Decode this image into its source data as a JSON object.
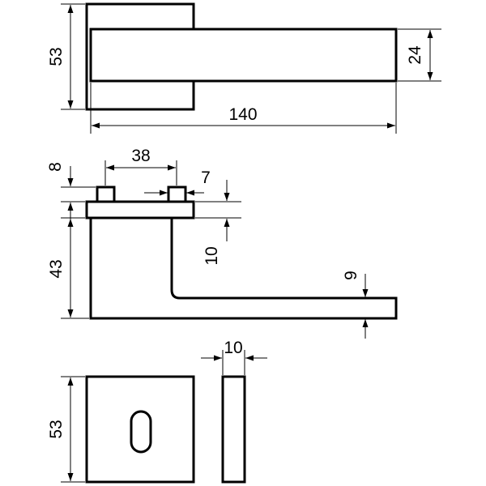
{
  "drawing": {
    "top_view": {
      "rose_height": "53",
      "lever_width": "24",
      "lever_length": "140"
    },
    "side_view": {
      "pin_height": "8",
      "pin_spacing": "38",
      "pin_width": "7",
      "plate_thickness": "10",
      "lever_height": "43",
      "lever_thickness": "9"
    },
    "escutcheon_view": {
      "rose_height": "53",
      "rose_thickness": "10"
    }
  }
}
